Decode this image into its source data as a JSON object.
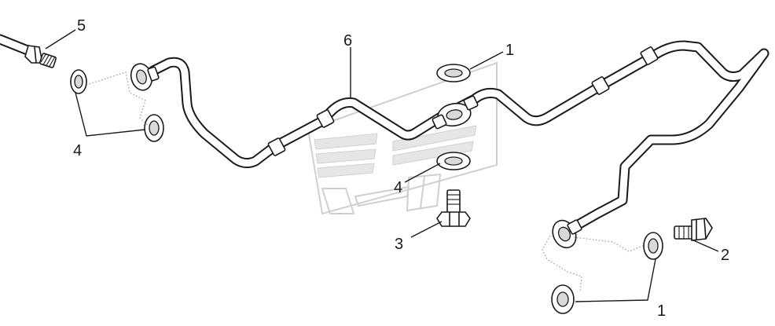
{
  "callouts": [
    {
      "id": "c5",
      "label": "5"
    },
    {
      "id": "c6",
      "label": "6"
    },
    {
      "id": "c1a",
      "label": "1"
    },
    {
      "id": "c4a",
      "label": "4"
    },
    {
      "id": "c4b",
      "label": "4"
    },
    {
      "id": "c3",
      "label": "3"
    },
    {
      "id": "c2",
      "label": "2"
    },
    {
      "id": "c1b",
      "label": "1"
    }
  ],
  "colors": {
    "line": "#1a1a1a",
    "paper": "#ffffff",
    "watermark": "#d0d0d0"
  }
}
